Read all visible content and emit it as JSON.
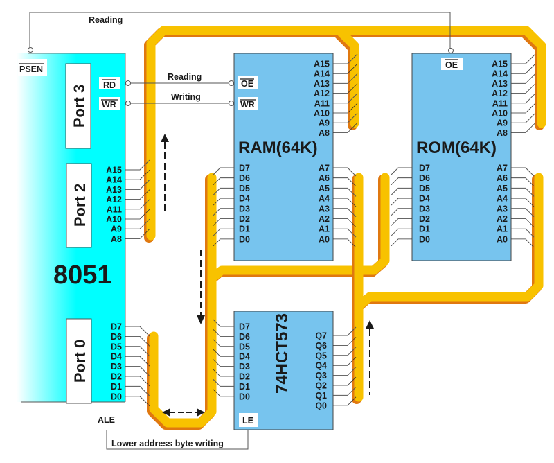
{
  "diagram": {
    "title_hint": "8051 external memory interface",
    "colors": {
      "mcu_fill_edge": "#00ffff",
      "chip_fill": "#77c4ee",
      "bus_fill": "#f8c200",
      "bus_shadow": "#e07810",
      "wire": "#555555",
      "text": "#1a1a1a"
    },
    "signals": {
      "psen_reading": "Reading",
      "rd_reading": "Reading",
      "wr_writing": "Writing",
      "ale_latch": "Lower  address byte writing"
    },
    "mcu": {
      "name": "8051",
      "psen": "PSEN",
      "ale": "ALE",
      "port3": {
        "label": "Port 3",
        "pins": [
          "RD",
          "WR"
        ]
      },
      "port2": {
        "label": "Port 2",
        "pins": [
          "A15",
          "A14",
          "A13",
          "A12",
          "A11",
          "A10",
          "A9",
          "A8"
        ]
      },
      "port0": {
        "label": "Port 0",
        "pins": [
          "D7",
          "D6",
          "D5",
          "D4",
          "D3",
          "D2",
          "D1",
          "D0"
        ]
      }
    },
    "ram": {
      "name": "RAM(64K)",
      "oe": "OE",
      "wr": "WR",
      "high_addr": [
        "A15",
        "A14",
        "A13",
        "A12",
        "A11",
        "A10",
        "A9",
        "A8"
      ],
      "data": [
        "D7",
        "D6",
        "D5",
        "D4",
        "D3",
        "D2",
        "D1",
        "D0"
      ],
      "low_addr": [
        "A7",
        "A6",
        "A5",
        "A4",
        "A3",
        "A2",
        "A1",
        "A0"
      ]
    },
    "rom": {
      "name": "ROM(64K)",
      "oe": "OE",
      "high_addr": [
        "A15",
        "A14",
        "A13",
        "A12",
        "A11",
        "A10",
        "A9",
        "A8"
      ],
      "data": [
        "D7",
        "D6",
        "D5",
        "D4",
        "D3",
        "D2",
        "D1",
        "D0"
      ],
      "low_addr": [
        "A7",
        "A6",
        "A5",
        "A4",
        "A3",
        "A2",
        "A1",
        "A0"
      ]
    },
    "latch": {
      "name": "74HCT573",
      "le": "LE",
      "inputs": [
        "D7",
        "D6",
        "D5",
        "D4",
        "D3",
        "D2",
        "D1",
        "D0"
      ],
      "outputs": [
        "Q7",
        "Q6",
        "Q5",
        "Q4",
        "Q3",
        "Q2",
        "Q1",
        "Q0"
      ]
    }
  }
}
